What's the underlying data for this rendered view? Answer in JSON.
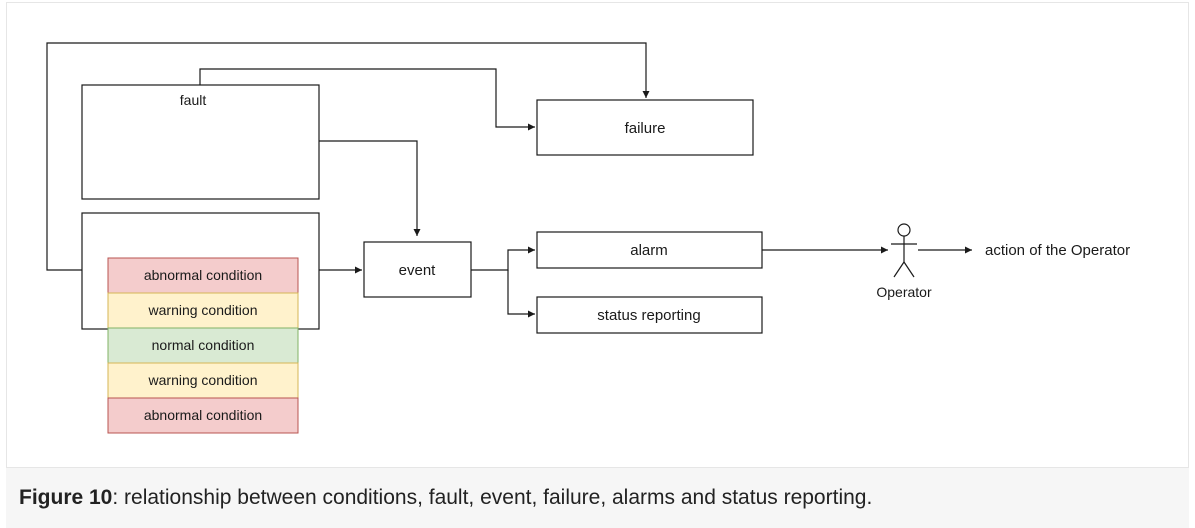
{
  "diagram": {
    "nodes": {
      "fault": "fault",
      "failure": "failure",
      "event": "event",
      "alarm": "alarm",
      "status_reporting": "status reporting",
      "operator": "Operator",
      "action": "action of the Operator"
    },
    "conditions": [
      {
        "label": "abnormal condition",
        "color": "#f4cccc"
      },
      {
        "label": "warning condition",
        "color": "#fff2cc"
      },
      {
        "label": "normal condition",
        "color": "#d9ead3"
      },
      {
        "label": "warning condition",
        "color": "#fff2cc"
      },
      {
        "label": "abnormal condition",
        "color": "#f4cccc"
      }
    ],
    "condition_borders": {
      "abnormal": "#b85450",
      "warning": "#d6b656",
      "normal": "#82b366"
    }
  },
  "caption": {
    "label": "Figure 10",
    "text": ": relationship between conditions, fault, event, failure, alarms and status reporting."
  }
}
